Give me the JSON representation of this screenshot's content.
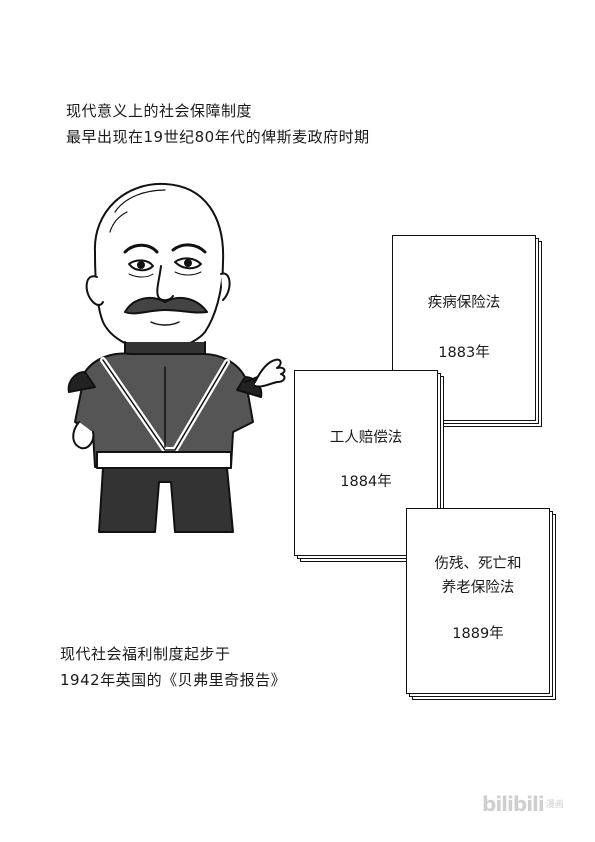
{
  "captions": {
    "top_line1": "现代意义上的社会保障制度",
    "top_line2": "最早出现在19世纪80年代的俾斯麦政府时期",
    "bottom_line1": "现代社会福利制度起步于",
    "bottom_line2": "1942年英国的《贝弗里奇报告》"
  },
  "documents": [
    {
      "title_line1": "疾病保险法",
      "title_line2": "",
      "year": "1883年"
    },
    {
      "title_line1": "工人赔偿法",
      "title_line2": "",
      "year": "1884年"
    },
    {
      "title_line1": "伤残、死亡和",
      "title_line2": "养老保险法",
      "year": "1889年"
    }
  ],
  "illustration": {
    "subject": "bismarck-caricature-icon"
  },
  "watermark": {
    "logo": "bilibili",
    "sub": "漫画"
  }
}
